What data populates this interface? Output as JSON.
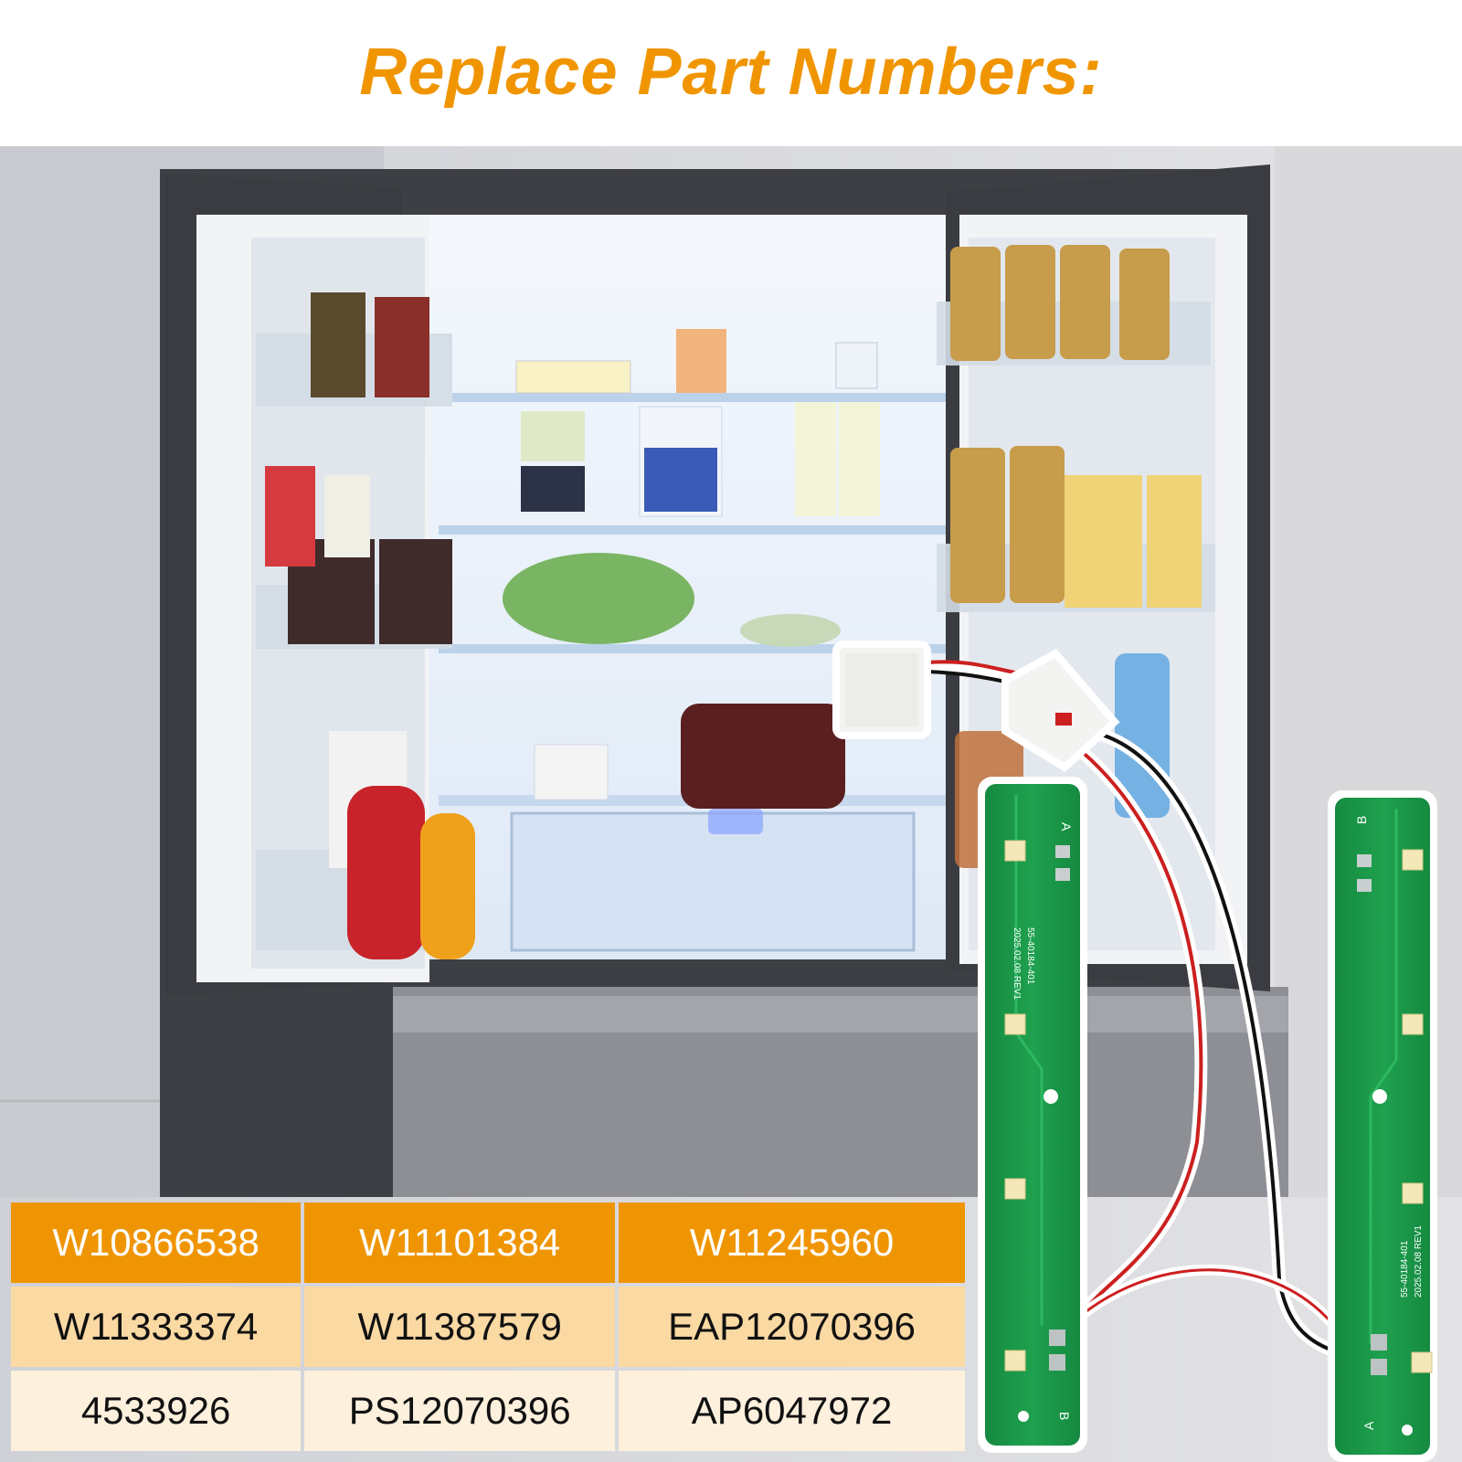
{
  "header": {
    "title": "Replace Part Numbers:"
  },
  "colors": {
    "title": "#f09500",
    "header_row": "#ef9504",
    "row_2": "#fbd9a3",
    "row_3": "#fdf0dd",
    "pcb": "#1a9a4a"
  },
  "parts_table": {
    "rows": [
      [
        "W10866538",
        "W11101384",
        "W11245960"
      ],
      [
        "W11333374",
        "W11387579",
        "EAP12070396"
      ],
      [
        "4533926",
        "PS12070396",
        "AP6047972"
      ]
    ]
  },
  "pcb_labels": {
    "left_top": "A",
    "left_bottom": "B",
    "left_model": "55-40184-401",
    "left_date": "2025.02.08 REV1",
    "right_top": "B",
    "right_bottom": "A",
    "right_model": "55-40184-401",
    "right_date": "2025.02.08 REV1"
  },
  "icons": [
    "fridge-illustration",
    "led-strip-pcb",
    "wire-connector"
  ]
}
